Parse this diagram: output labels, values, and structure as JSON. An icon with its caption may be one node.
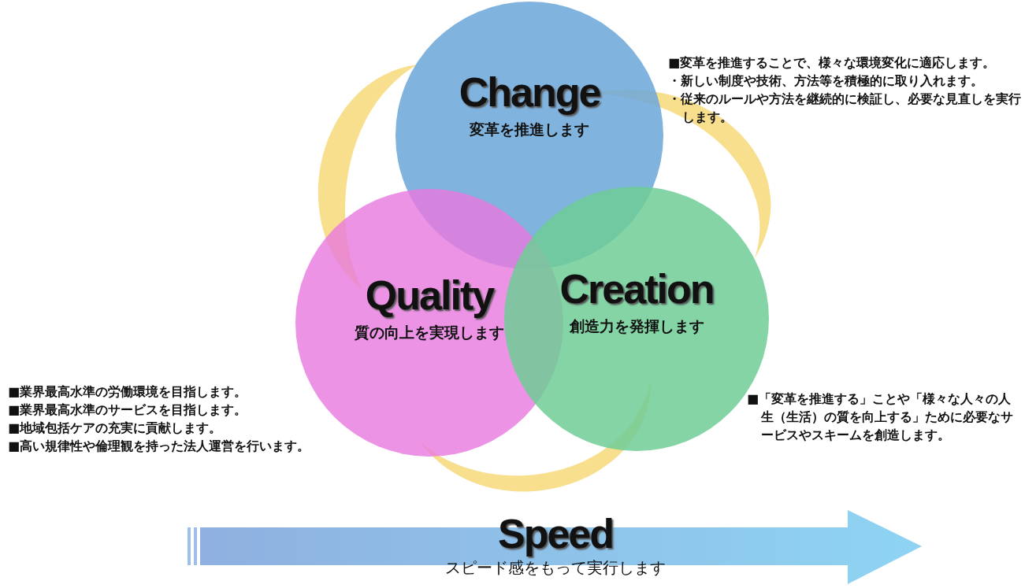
{
  "diagram": {
    "nodes": [
      {
        "text": [
          "Change",
          "変革を推進します"
        ],
        "beside": [
          "■変革を推進することで、様々な環境変化に適応します。",
          "・新しい制度や技術、方法等を積極的に取り入れます。",
          "・従来のルールや方法を継続的に検証し、必要な見直しを実行します。"
        ]
      },
      {
        "text": [
          "Quality",
          "質の向上を実現します"
        ],
        "beside": [
          "■業界最高水準の労働環境を目指します。",
          "■業界最高水準のサービスを目指します。",
          "■地域包括ケアの充実に貢献します。",
          "■高い規律性や倫理観を持った法人運営を行います。"
        ]
      },
      {
        "text": [
          "Creation",
          "創造力を発揮します"
        ],
        "beside": [
          "■「変革を推進する」ことや「様々な人々の人生（生活）の質を向上する」ために必要なサービスやスキームを創造します。"
        ]
      },
      {
        "text": [
          "Speed",
          "スピード感をもって実行します"
        ]
      }
    ]
  }
}
